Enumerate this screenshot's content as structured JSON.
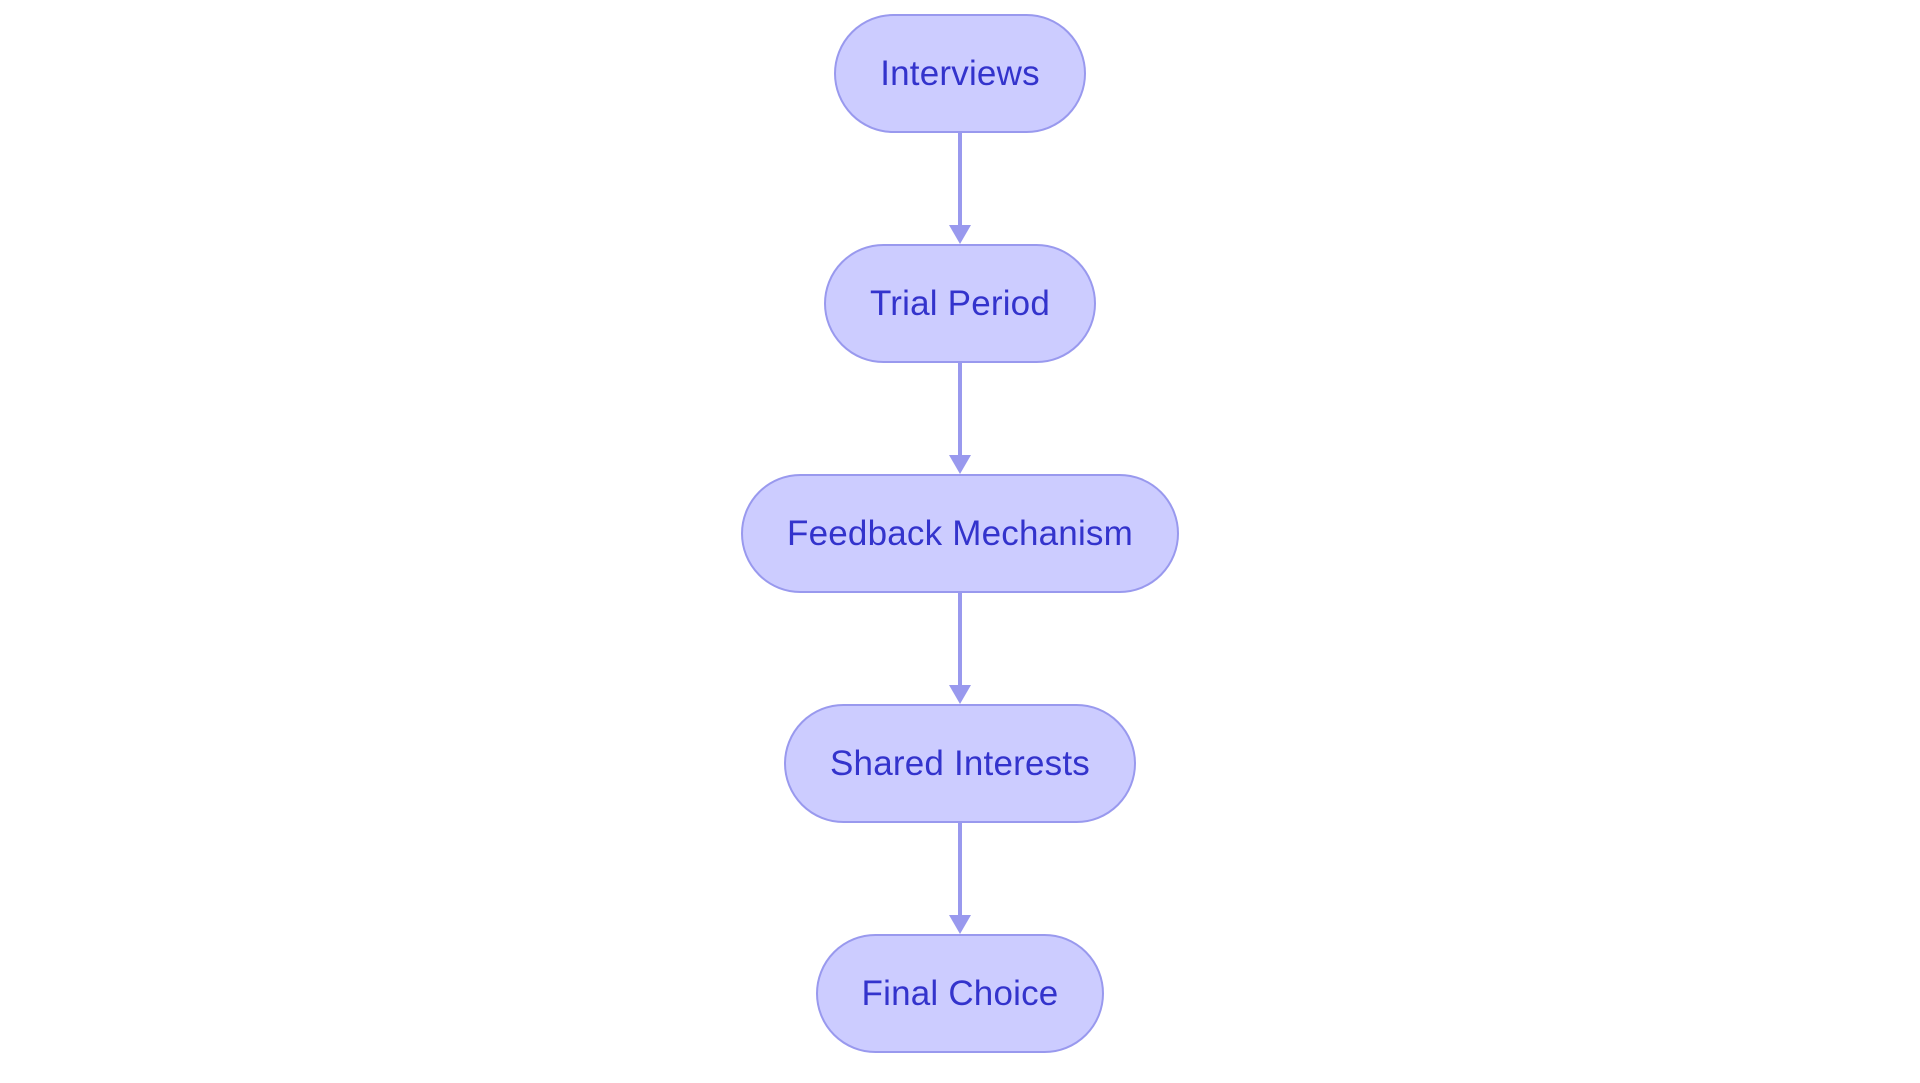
{
  "diagram": {
    "type": "flowchart",
    "orientation": "vertical-top-down",
    "background_color": "#ffffff",
    "node_style": {
      "shape": "stadium",
      "fill_color": "#ccccff",
      "border_color": "#9999ee",
      "text_color": "#3333cc"
    },
    "connector_style": {
      "line_color": "#9999ee",
      "arrowhead": "solid-triangle",
      "arrow_color": "#9999ee"
    },
    "nodes": [
      {
        "id": "interviews",
        "label": "Interviews"
      },
      {
        "id": "trial-period",
        "label": "Trial Period"
      },
      {
        "id": "feedback-mechanism",
        "label": "Feedback Mechanism"
      },
      {
        "id": "shared-interests",
        "label": "Shared Interests"
      },
      {
        "id": "final-choice",
        "label": "Final Choice"
      }
    ],
    "edges": [
      {
        "from": "interviews",
        "to": "trial-period",
        "label": ""
      },
      {
        "from": "trial-period",
        "to": "feedback-mechanism",
        "label": ""
      },
      {
        "from": "feedback-mechanism",
        "to": "shared-interests",
        "label": ""
      },
      {
        "from": "shared-interests",
        "to": "final-choice",
        "label": ""
      }
    ]
  }
}
